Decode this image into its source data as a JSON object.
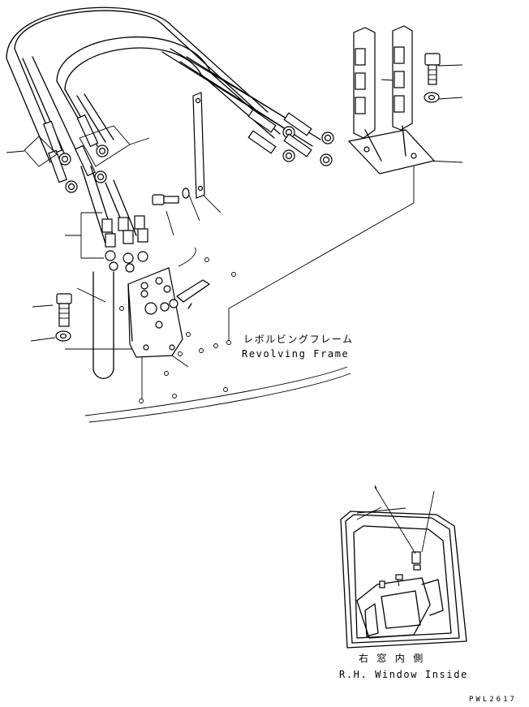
{
  "labels": {
    "revolving_frame_jp": "レボルビングフレーム",
    "revolving_frame_en": "Revolving Frame",
    "window_jp": "右 窓 内 側",
    "window_en": "R.H. Window Inside",
    "drawing_code": "PWL2617"
  }
}
